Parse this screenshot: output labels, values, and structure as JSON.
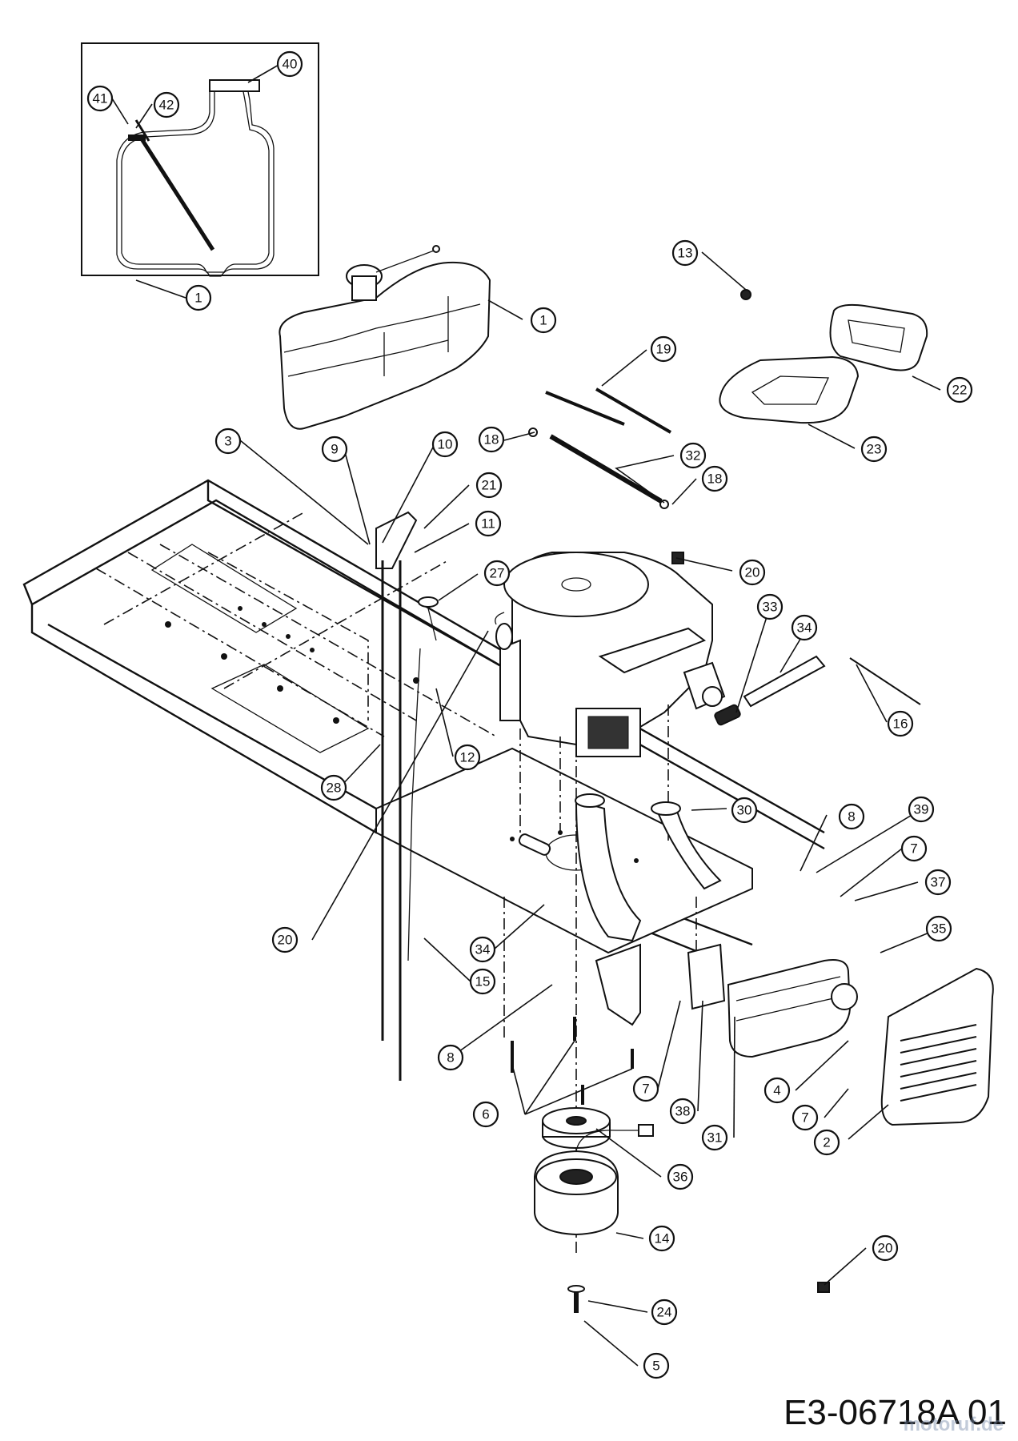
{
  "drawing_code": "E3-06718A 01",
  "watermark": "motoruf.de",
  "callouts": [
    "40",
    "41",
    "42",
    "1",
    "1",
    "13",
    "19",
    "22",
    "23",
    "18",
    "32",
    "18",
    "3",
    "9",
    "10",
    "21",
    "11",
    "20",
    "27",
    "33",
    "34",
    "16",
    "12",
    "28",
    "30",
    "8",
    "39",
    "7",
    "37",
    "35",
    "20",
    "34",
    "15",
    "8",
    "4",
    "7",
    "6",
    "7",
    "38",
    "31",
    "2",
    "36",
    "14",
    "20",
    "24",
    "5"
  ],
  "inset_box": true
}
